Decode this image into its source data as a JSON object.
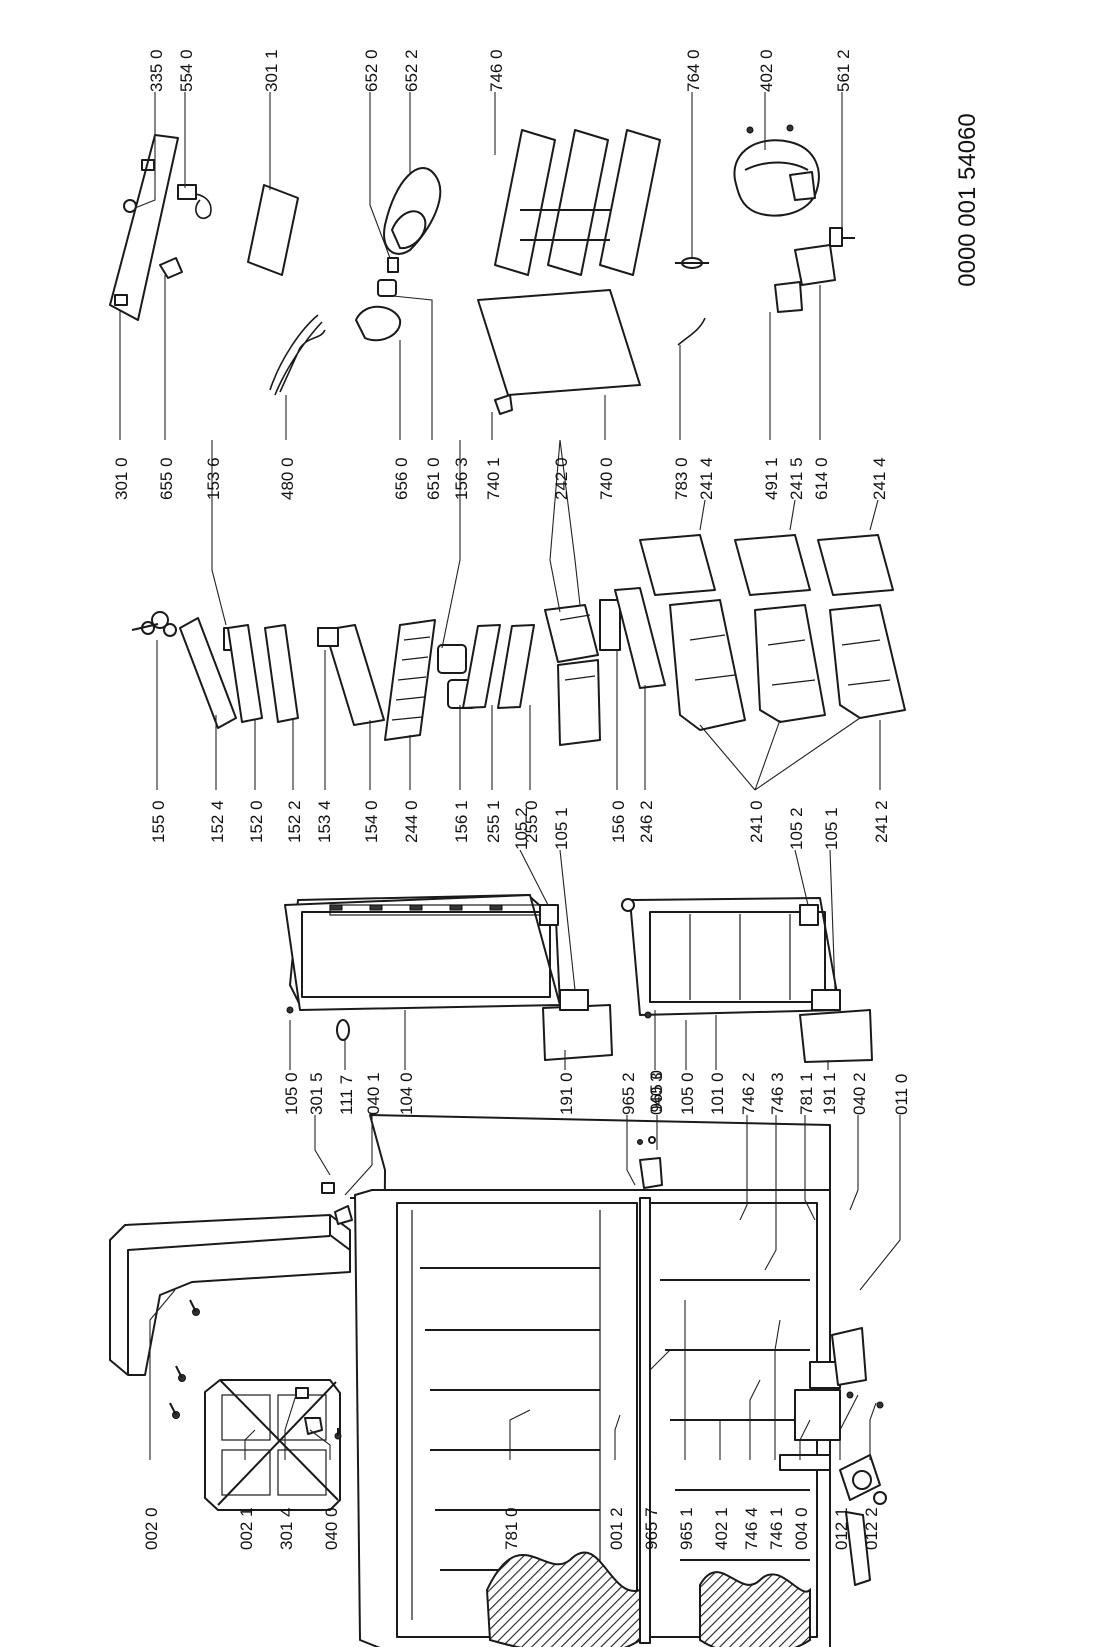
{
  "document_number": "0000 001 54060",
  "left_labels": [
    "002 0",
    "002 1",
    "301 4",
    "040 0",
    "781 0",
    "001 2",
    "965 7",
    "965 1",
    "402 1",
    "746 4",
    "746 1",
    "004 0",
    "012 1",
    "012 2"
  ],
  "lower_labels": [
    "105 0",
    "301 5",
    "111 7",
    "040 1",
    "104 0",
    "191 0",
    "965 2",
    "040 3",
    "965 0",
    "105 0",
    "101 0",
    "746 2",
    "746 3",
    "781 1",
    "191 1",
    "040 2",
    "011 0"
  ],
  "door_side_labels": [
    "105 2",
    "105 1",
    "105 2",
    "105 1"
  ],
  "middle_labels": [
    "155 0",
    "152 4",
    "152 0",
    "152 2",
    "153 4",
    "154 0",
    "244 0",
    "156 1",
    "255 1",
    "255 0",
    "156 0",
    "246 2",
    "241 0",
    "241 2"
  ],
  "upper_labels": [
    "301 0",
    "655 0",
    "153 6",
    "480 0",
    "156 3",
    "656 0",
    "651 0",
    "740 1",
    "242 0",
    "740 0",
    "783 0",
    "241 4",
    "491 1",
    "241 5",
    "614 0",
    "241 4"
  ],
  "top_labels": [
    "335 0",
    "554 0",
    "301 1",
    "652 0",
    "652 2",
    "746 0",
    "764 0",
    "402 0",
    "561 2"
  ]
}
